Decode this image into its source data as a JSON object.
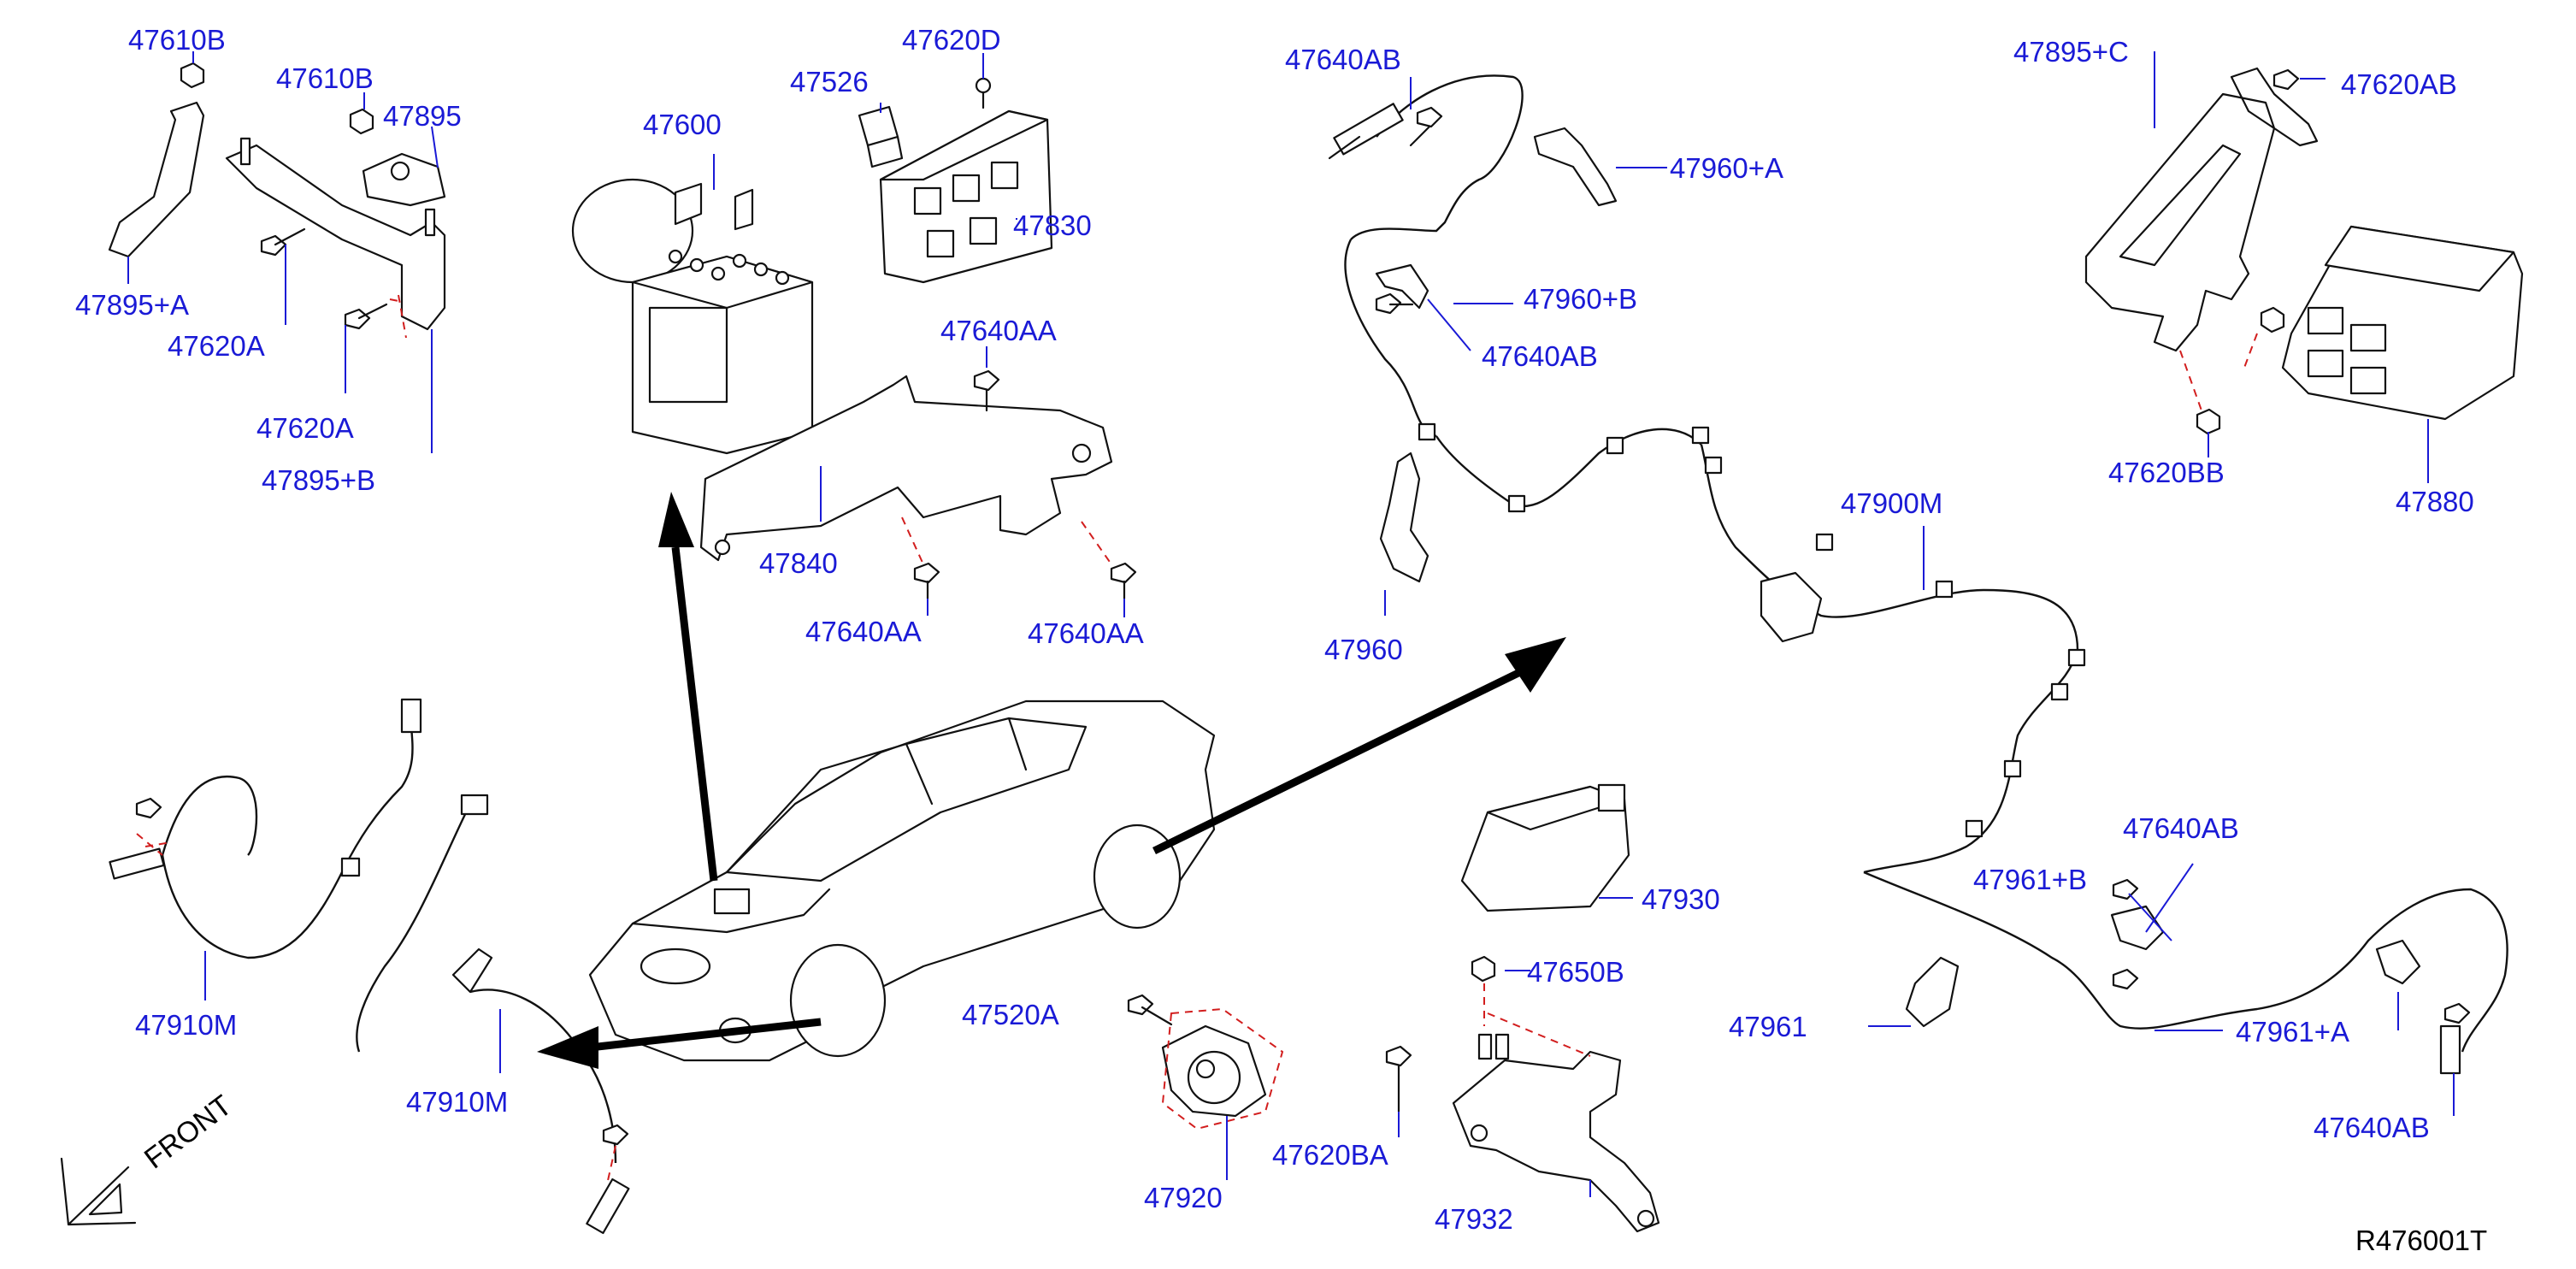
{
  "diagram": {
    "reference_code": "R476001T",
    "front_label": "FRONT",
    "arrow_color": "#1a1ad6",
    "leader_color": "#1a1ad6",
    "dash_color": "#d21e1e",
    "labels": {
      "p47610B_1": "47610B",
      "p47610B_2": "47610B",
      "p47895": "47895",
      "p47895A": "47895+A",
      "p47620A_1": "47620A",
      "p47620A_2": "47620A",
      "p47895B": "47895+B",
      "p47600": "47600",
      "p47526": "47526",
      "p47620D": "47620D",
      "p47830": "47830",
      "p47640AA_1": "47640AA",
      "p47840": "47840",
      "p47640AA_2": "47640AA",
      "p47640AA_3": "47640AA",
      "p47640AB_1": "47640AB",
      "p47960A": "47960+A",
      "p47960B": "47960+B",
      "p47640AB_2": "47640AB",
      "p47960": "47960",
      "p47900M": "47900M",
      "p47895C": "47895+C",
      "p47620AB": "47620AB",
      "p47620BB": "47620BB",
      "p47880": "47880",
      "p47910M_1": "47910M",
      "p47910M_2": "47910M",
      "p47930": "47930",
      "p47650B": "47650B",
      "p47520A": "47520A",
      "p47920": "47920",
      "p47620BA": "47620BA",
      "p47932": "47932",
      "p47640AB_3": "47640AB",
      "p47961B": "47961+B",
      "p47961": "47961",
      "p47961A": "47961+A",
      "p47640AB_4": "47640AB"
    }
  }
}
